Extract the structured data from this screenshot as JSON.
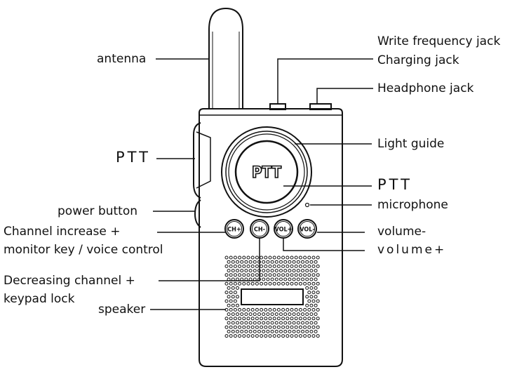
{
  "labels": {
    "antenna": "antenna",
    "write_frequency_jack": "Write frequency jack",
    "charging_jack": "Charging jack",
    "headphone_jack": "Headphone jack",
    "ptt_side": "PTT",
    "light_guide": "Light guide",
    "ptt_front": "PTT",
    "power_button": "power button",
    "microphone": "microphone",
    "channel_increase_1": "Channel increase +",
    "channel_increase_2": "monitor key / voice control",
    "volume_minus": "volume-",
    "volume_plus": "volume+",
    "decreasing_channel_1": "Decreasing channel +",
    "decreasing_channel_2": "keypad lock",
    "speaker": "speaker"
  },
  "device": {
    "ptt_button_text": "PTT",
    "buttons": [
      "CH+",
      "CH-",
      "VOL+",
      "VOL-"
    ]
  }
}
